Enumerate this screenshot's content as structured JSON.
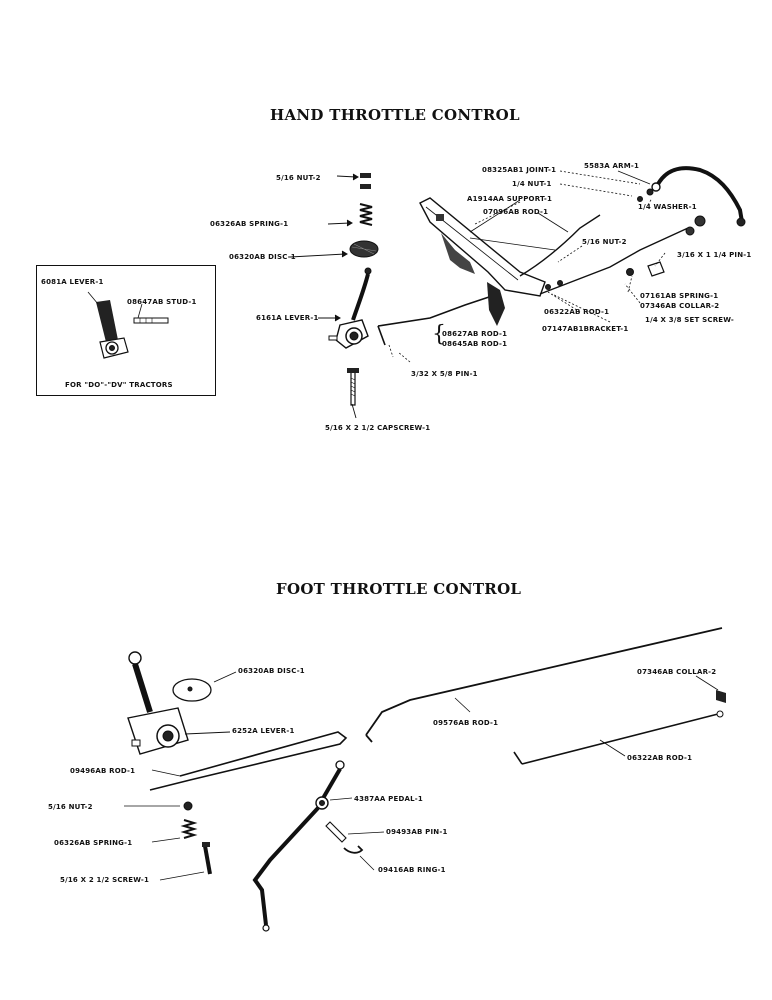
{
  "titles": {
    "hand": "HAND THROTTLE CONTROL",
    "foot": "FOOT THROTTLE CONTROL"
  },
  "hand_labels": {
    "nut2": "5/16 NUT-2",
    "spring": "06326AB SPRING-1",
    "disc": "06320AB DISC-1",
    "lever": "6161A LEVER-1",
    "capscrew": "5/16 X 2 1/2 CAPSCREW-1",
    "pin": "3/32 X 5/8 PIN-1",
    "rod_a": "08627AB ROD-1",
    "rod_b": "08645AB ROD-1",
    "joint": "08325AB1 JOINT-1",
    "nut1": "1/4 NUT-1",
    "arm": "5583A ARM-1",
    "support": "A1914AA SUPPORT-1",
    "washer": "1/4 WASHER-1",
    "rod_07096": "07096AB ROD-1",
    "nut2_right": "5/16 NUT-2",
    "pin_right": "3/16 X 1 1/4 PIN-1",
    "spring_07161": "07161AB SPRING-1",
    "collar": "07346AB COLLAR-2",
    "rod_06322": "06322AB ROD-1",
    "setscrew": "1/4 X 3/8 SET SCREW-",
    "bracket": "07147AB1BRACKET-1"
  },
  "inset": {
    "lever": "6081A LEVER-1",
    "stud": "08647AB STUD-1",
    "caption": "FOR \"DO\"-\"DV\" TRACTORS"
  },
  "foot_labels": {
    "disc": "06320AB DISC-1",
    "lever": "6252A LEVER-1",
    "rod_0957": "09576AB ROD-1",
    "collar": "07346AB COLLAR-2",
    "rod_06322": "06322AB ROD-1",
    "rod_09496": "09496AB ROD-1",
    "nut2": "5/16 NUT-2",
    "pedal": "4387AA PEDAL-1",
    "spring": "06326AB SPRING-1",
    "pin": "09493AB PIN-1",
    "screw": "5/16 X 2 1/2 SCREW-1",
    "ring": "09416AB RING-1"
  }
}
